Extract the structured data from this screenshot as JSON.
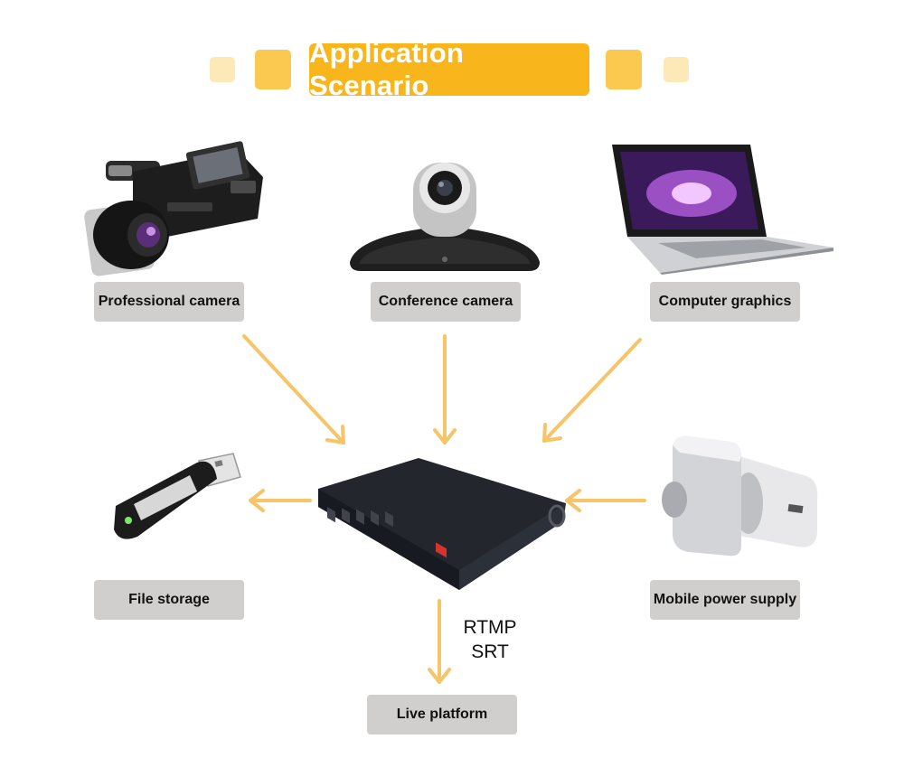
{
  "title": "Application Scenario",
  "colors": {
    "title_bg": "#f9b51c",
    "arrow": "#f6c469",
    "label_bg": "#d0cfcd"
  },
  "sources": [
    {
      "label": "Professional camera",
      "icon": "camcorder-icon"
    },
    {
      "label": "Conference camera",
      "icon": "ptz-camera-icon"
    },
    {
      "label": "Computer graphics",
      "icon": "laptop-icon"
    }
  ],
  "center_device": {
    "icon": "encoder-device-icon"
  },
  "file_storage": {
    "label": "File storage",
    "icon": "usb-drive-icon"
  },
  "power": {
    "label": "Mobile power supply",
    "icon": "power-bank-icon"
  },
  "output": {
    "label": "Live platform",
    "protocols": [
      "RTMP",
      "SRT"
    ]
  }
}
